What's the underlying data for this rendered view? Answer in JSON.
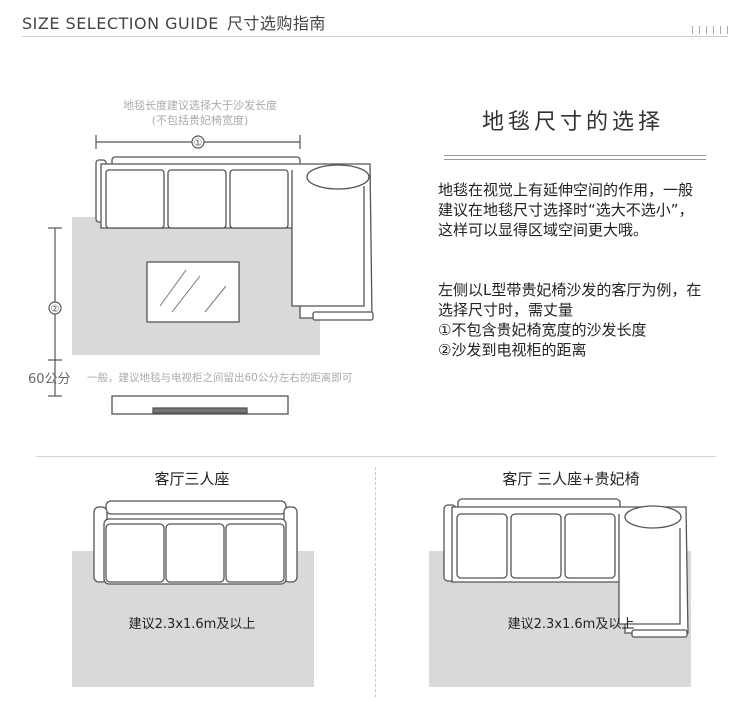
{
  "header": {
    "title_en": "SIZE SELECTION GUIDE",
    "title_cn": "尺寸选购指南"
  },
  "section": {
    "title": "地毯尺寸的选择",
    "para1": [
      "地毯在视觉上有延伸空间的作用，一般",
      "建议在地毯尺寸选择时“选大不选小”，",
      "这样可以显得区域空间更大哦。"
    ],
    "para2": [
      "左侧以L型带贵妃椅沙发的客厅为例，在",
      "选择尺寸时，需丈量",
      "①不包含贵妃椅宽度的沙发长度",
      "②沙发到电视柜的距离"
    ]
  },
  "diagram": {
    "length_note": [
      "地毯长度建议选择大于沙发长度",
      "(不包括贵妃椅宽度)"
    ],
    "marker_1": "①",
    "marker_2": "②",
    "distance_label": "60公分",
    "distance_note": "一般，建议地毯与电视柜之间留出60公分左右的距离即可"
  },
  "examples": [
    {
      "caption": "客厅三人座",
      "recommendation": "建议2.3x1.6m及以上"
    },
    {
      "caption": "客厅 三人座+贵妃椅",
      "recommendation": "建议2.3x1.6m及以上"
    }
  ],
  "colors": {
    "rug": "#d9d9d9",
    "sofa_outline": "#555555",
    "sofa_fill": "#ffffff",
    "text": "#222222",
    "muted": "#aaaaaa"
  }
}
